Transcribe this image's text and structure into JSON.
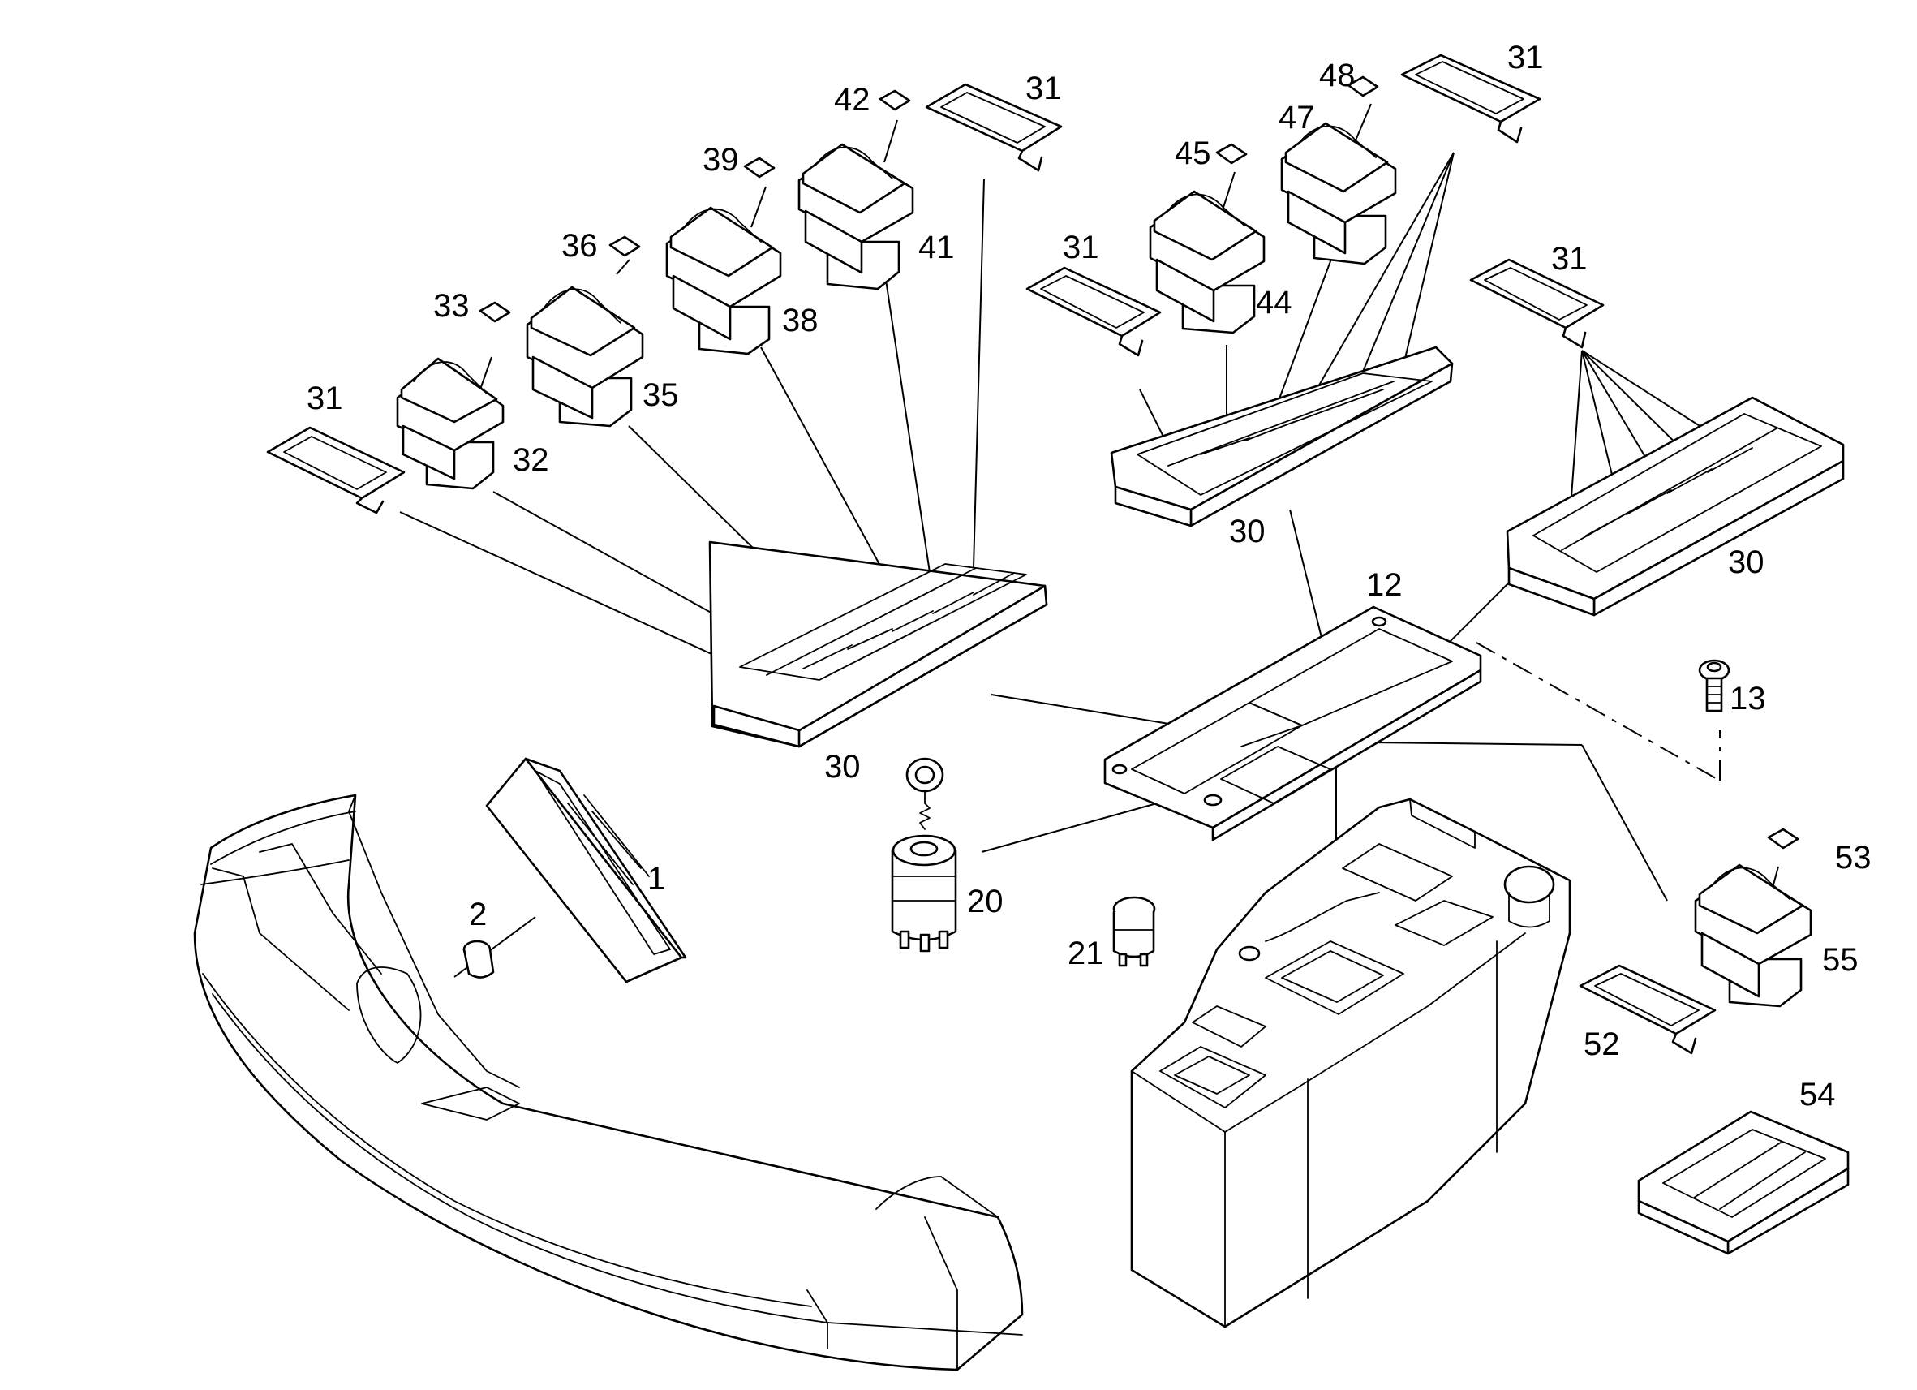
{
  "diagram": {
    "line_color": "#000000",
    "background": "#ffffff",
    "callouts": {
      "c1": "1",
      "c2": "2",
      "c12": "12",
      "c13": "13",
      "c20": "20",
      "c21": "21",
      "c30a": "30",
      "c30b": "30",
      "c30c": "30",
      "c31a": "31",
      "c31b": "31",
      "c31c": "31",
      "c31d": "31",
      "c31e": "31",
      "c32": "32",
      "c33": "33",
      "c35": "35",
      "c36": "36",
      "c38": "38",
      "c39": "39",
      "c41": "41",
      "c42": "42",
      "c44": "44",
      "c45": "45",
      "c47": "47",
      "c48": "48",
      "c52": "52",
      "c53": "53",
      "c54": "54",
      "c55": "55"
    }
  }
}
